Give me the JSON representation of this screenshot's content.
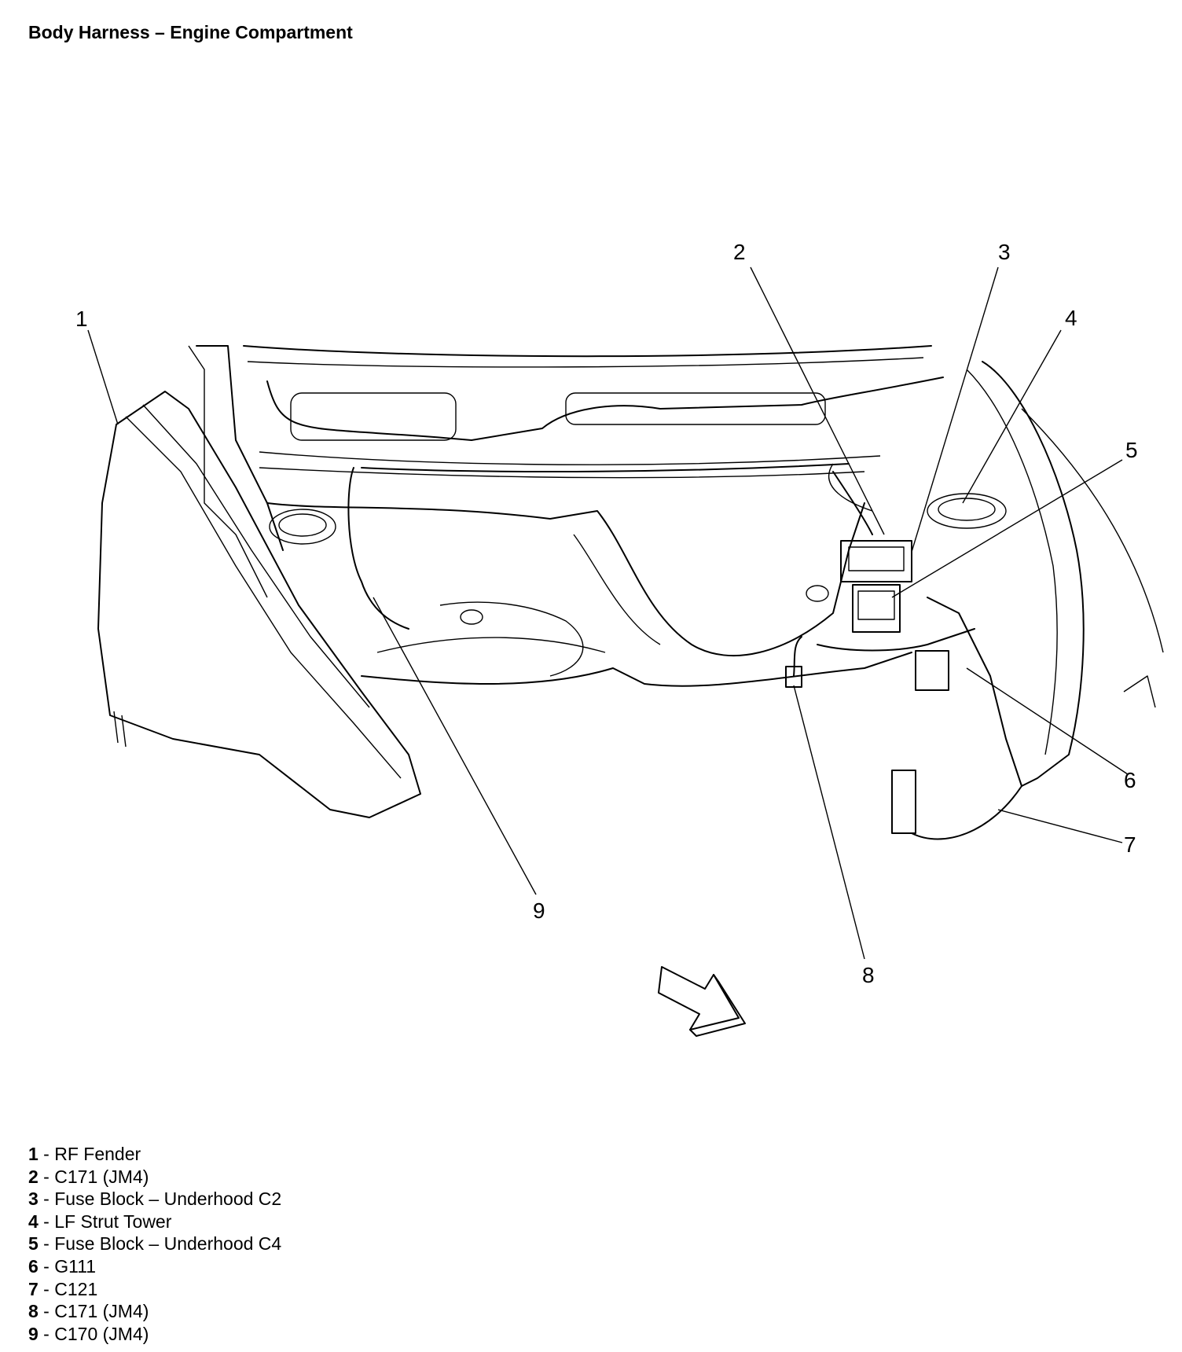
{
  "title": "Body Harness – Engine Compartment",
  "callouts": [
    {
      "num": "1",
      "sep": " - ",
      "label": "RF Fender"
    },
    {
      "num": "2",
      "sep": " - ",
      "label": "C171 (JM4)"
    },
    {
      "num": "3",
      "sep": " - ",
      "label": "Fuse Block – Underhood C2"
    },
    {
      "num": "4",
      "sep": " - ",
      "label": "LF Strut Tower"
    },
    {
      "num": "5",
      "sep": " - ",
      "label": "Fuse Block – Underhood C4"
    },
    {
      "num": "6",
      "sep": " - ",
      "label": "G111"
    },
    {
      "num": "7",
      "sep": " - ",
      "label": "C121"
    },
    {
      "num": "8",
      "sep": " - ",
      "label": "C171 (JM4)"
    },
    {
      "num": "9",
      "sep": " - ",
      "label": "C170 (JM4)"
    }
  ]
}
